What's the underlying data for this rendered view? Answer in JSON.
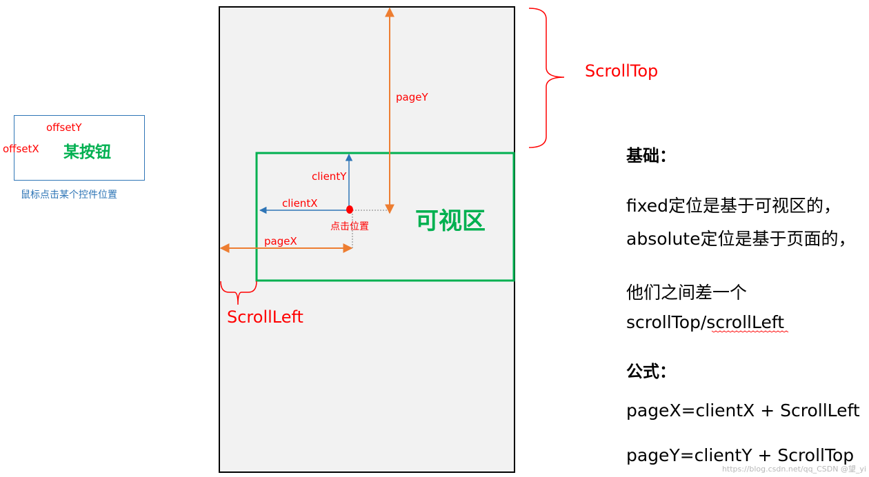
{
  "left_panel": {
    "button_label": "某按钮",
    "offset_y": "offsetY",
    "offset_x": "offsetX",
    "caption": "鼠标点击某个控件位置",
    "cursor_icon": "mouse-pointer-icon"
  },
  "page": {
    "page_y": "pageY",
    "client_y": "clientY",
    "client_x": "clientX",
    "click_point": "点击位置",
    "page_x": "pageX",
    "viewport": "可视区",
    "scroll_top": "ScrollTop",
    "scroll_left": "ScrollLeft"
  },
  "notes": {
    "basics_title": "基础：",
    "line1": "fixed定位是基于可视区的，",
    "line2": "absolute定位是基于页面的，",
    "line3": "他们之间差一个",
    "line4": "scrollTop/scrollLeft",
    "formula_title": "公式：",
    "formula_x": "pageX=clientX + ScrollLeft",
    "formula_y": "pageY=clientY + ScrollTop"
  },
  "watermark": "https://blog.csdn.net/qq_CSDN @望_yi",
  "colors": {
    "page_border": "#000000",
    "page_fill": "#f2f2f2",
    "viewport_border": "#00b050",
    "page_arrows": "#ed7d31",
    "client_arrows": "#2e75b6",
    "brace": "#ff0000",
    "click_dot": "#ff0000"
  }
}
